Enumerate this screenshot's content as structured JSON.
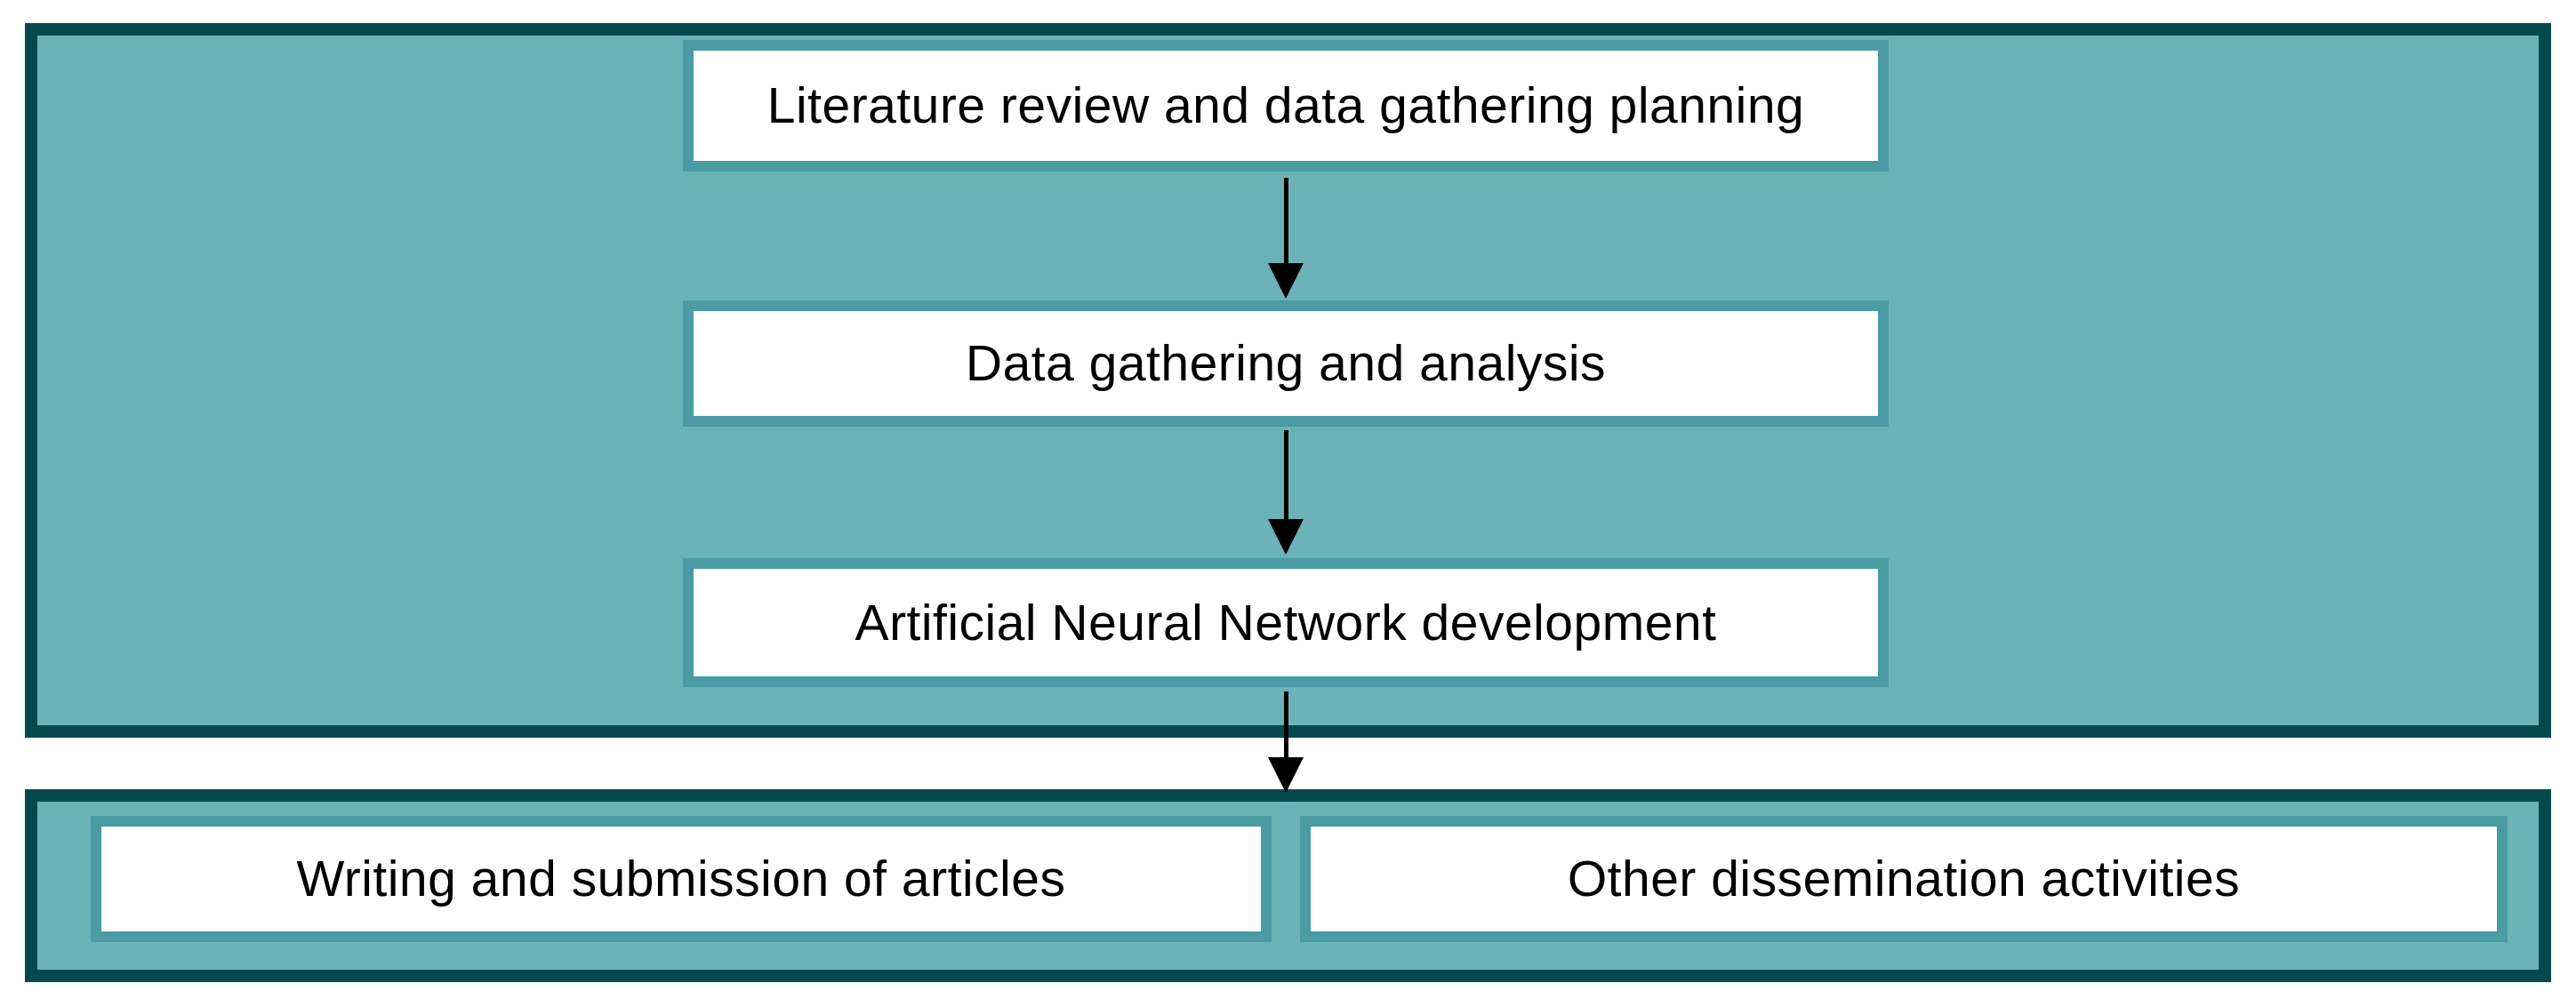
{
  "diagram": {
    "type": "flowchart",
    "direction": "top-down",
    "phase_top": {
      "boxes": [
        {
          "id": "literature-review",
          "label": "Literature review and data gathering planning"
        },
        {
          "id": "data-gathering",
          "label": "Data gathering and analysis"
        },
        {
          "id": "ann-development",
          "label": "Artificial Neural Network development"
        }
      ]
    },
    "phase_bottom": {
      "boxes": [
        {
          "id": "writing-articles",
          "label": "Writing and submission of articles"
        },
        {
          "id": "dissemination",
          "label": "Other dissemination activities"
        }
      ]
    },
    "connections": [
      {
        "from": "literature-review",
        "to": "data-gathering",
        "style": "down-arrow"
      },
      {
        "from": "data-gathering",
        "to": "ann-development",
        "style": "down-arrow"
      },
      {
        "from": "ann-development",
        "to": "phase_bottom",
        "style": "down-arrow"
      }
    ]
  },
  "colors": {
    "container_fill": "#6bb3b8",
    "container_border": "#05494f",
    "box_border": "#4a9ba3",
    "box_fill": "#ffffff",
    "arrow_color": "#000000",
    "text_color": "#000000",
    "page_bg": "#ffffff"
  }
}
